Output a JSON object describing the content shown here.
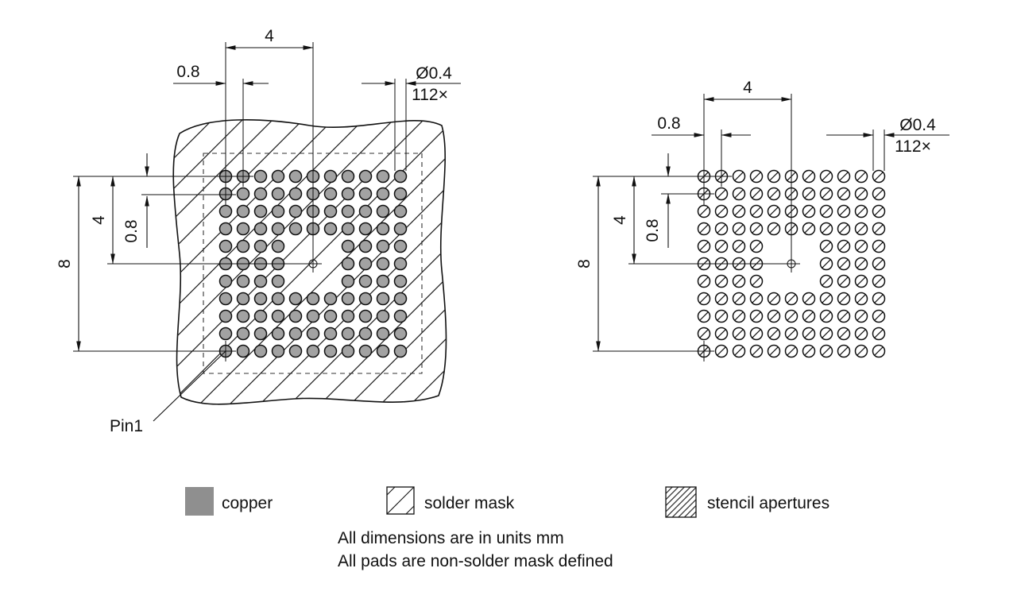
{
  "drawing": {
    "dims": {
      "pitch": "0.8",
      "span": "4",
      "overall": "8",
      "pad_diameter": "Ø0.4",
      "pad_count": "112×"
    },
    "pin1_label": "Pin1"
  },
  "grid": {
    "rows": 11,
    "cols": 11,
    "pitch_mm": 0.8,
    "pad_diameter_mm": 0.4,
    "total_pads": 112,
    "center_void": {
      "rows": [
        5,
        6,
        7
      ],
      "cols": [
        5,
        6,
        7
      ]
    },
    "crosshair_pads": [
      [
        1,
        1
      ],
      [
        1,
        2
      ],
      [
        2,
        1
      ],
      [
        11,
        1
      ]
    ]
  },
  "legend": {
    "items": [
      {
        "label": "copper"
      },
      {
        "label": "solder mask"
      },
      {
        "label": "stencil apertures"
      }
    ]
  },
  "notes": {
    "line1": "All dimensions are in units mm",
    "line2": "All pads are non-solder mask defined"
  },
  "colors": {
    "copper": "#8f8f8f",
    "pad_fill": "#a2a2a2",
    "line": "#000000"
  }
}
